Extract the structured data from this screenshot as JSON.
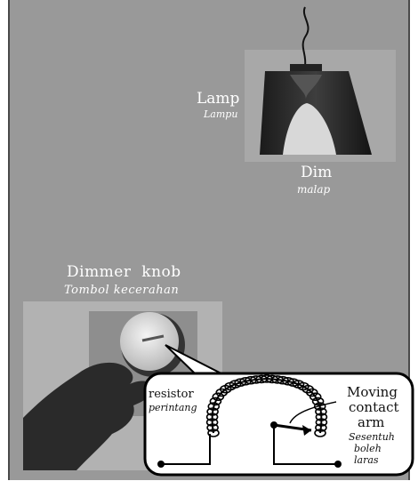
{
  "lamp": {
    "label": "Lamp",
    "label_ms": "Lampu"
  },
  "dim": {
    "label": "Dim",
    "label_ms": "malap"
  },
  "knob": {
    "label": "Dimmer  knob",
    "label_ms": "Tombol kecerahan"
  },
  "callout": {
    "resistor_label": "resistor",
    "resistor_label_ms": "perintang",
    "moving_label_1": "Moving",
    "moving_label_2": "contact",
    "moving_label_3": "arm",
    "moving_label_ms_1": "Sesentuh",
    "moving_label_ms_2": "boleh",
    "moving_label_ms_3": "laras"
  },
  "colors": {
    "background": "#999999",
    "panel": "#b0b0b0",
    "callout_bg": "#ffffff",
    "line": "#000000"
  }
}
